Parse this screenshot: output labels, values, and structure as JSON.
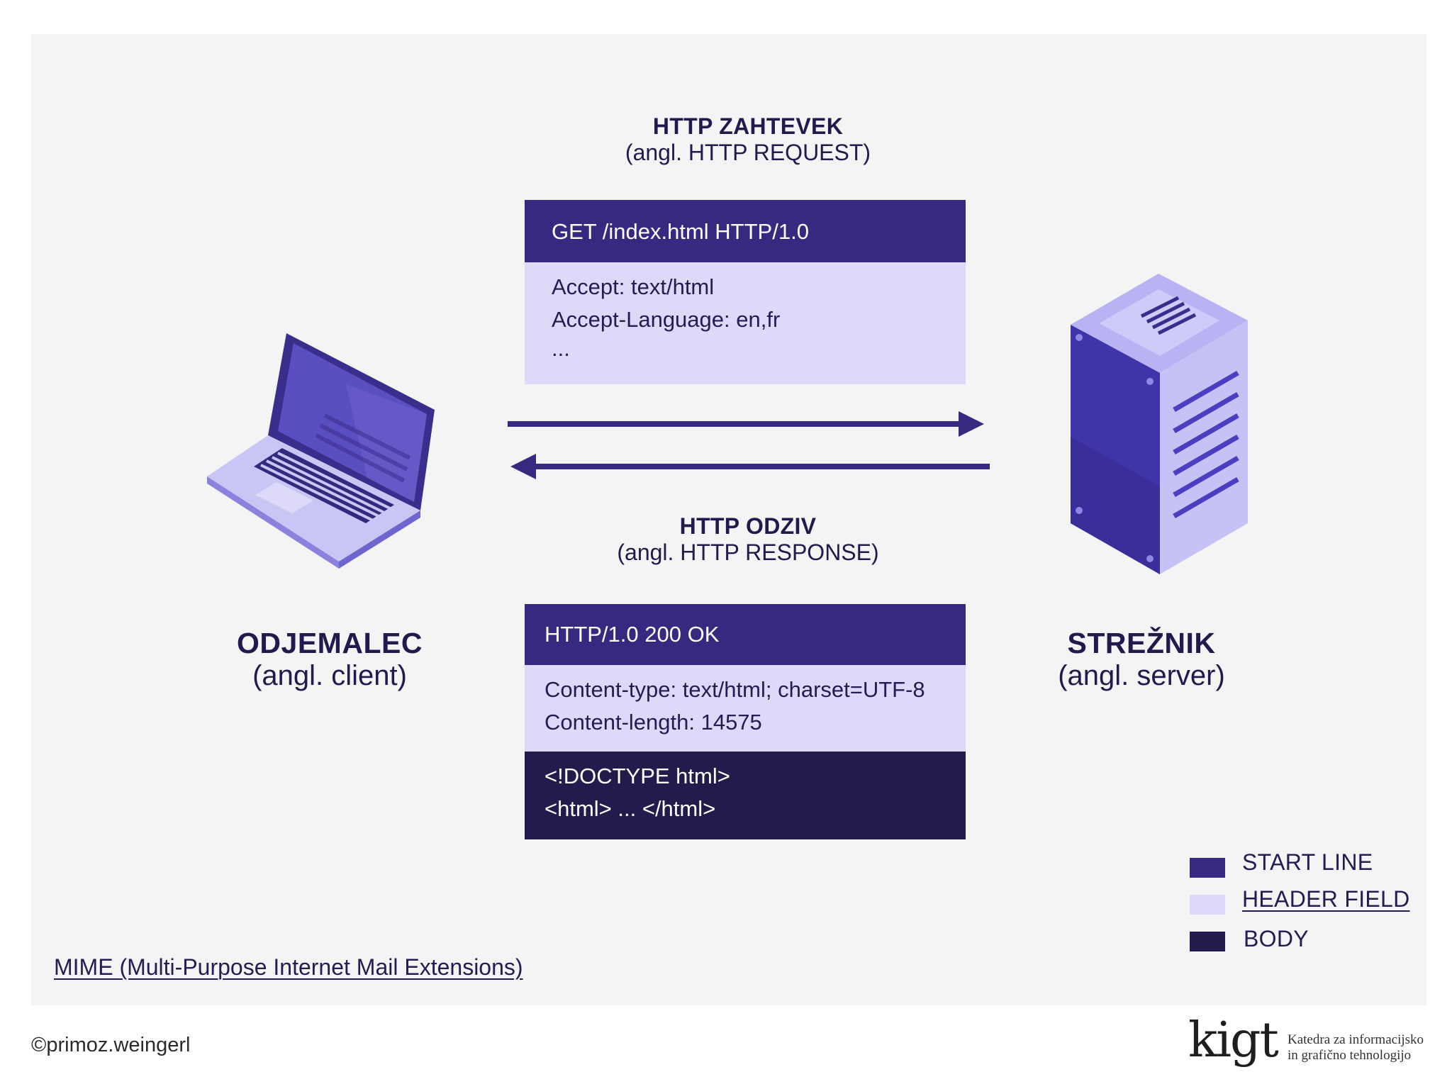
{
  "request": {
    "title": "HTTP ZAHTEVEK",
    "subtitle": "(angl. HTTP REQUEST)",
    "start_line": "GET /index.html HTTP/1.0",
    "headers": [
      "Accept: text/html",
      "Accept-Language: en,fr",
      "..."
    ]
  },
  "response": {
    "title": "HTTP ODZIV",
    "subtitle": "(angl. HTTP RESPONSE)",
    "start_line": "HTTP/1.0 200 OK",
    "headers": [
      "Content-type: text/html; charset=UTF-8",
      "Content-length: 14575"
    ],
    "body": [
      "<!DOCTYPE html>",
      "<html> ... </html>"
    ]
  },
  "client": {
    "title": "ODJEMALEC",
    "subtitle": "(angl. client)"
  },
  "server": {
    "title": "STREŽNIK",
    "subtitle": "(angl. server)"
  },
  "legend": {
    "items": [
      {
        "label": "START LINE",
        "color": "#362a80"
      },
      {
        "label": "HEADER FIELD",
        "color": "#dcdaf8"
      },
      {
        "label": "BODY",
        "color": "#221c4d"
      }
    ]
  },
  "footer": {
    "mime_link": "MIME (Multi-Purpose Internet Mail Extensions)",
    "copyright": "©primoz.weingerl",
    "logo_text": "kigt",
    "logo_sub_1": "Katedra za informacijsko",
    "logo_sub_2": "in grafično tehnologijo"
  },
  "colors": {
    "primary": "#362a80",
    "light": "#dcdaf8",
    "dark": "#221c4d",
    "background": "#f4f4f4"
  },
  "icons": [
    "laptop-icon",
    "server-icon",
    "arrow-right-icon",
    "arrow-left-icon"
  ]
}
